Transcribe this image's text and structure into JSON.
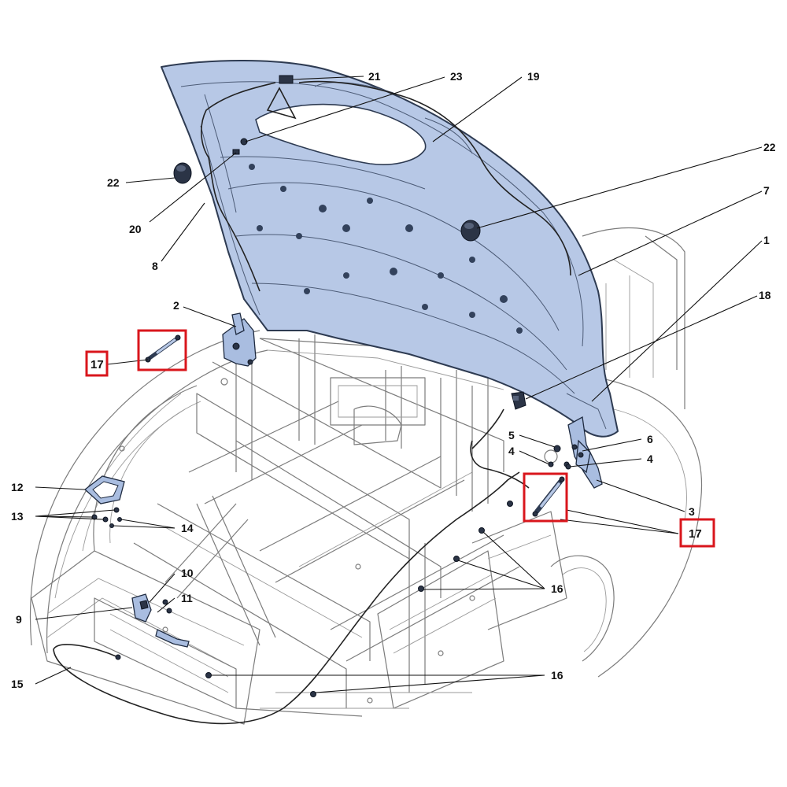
{
  "diagram": {
    "callouts": {
      "c1": "1",
      "c2": "2",
      "c3": "3",
      "c4a": "4",
      "c4b": "4",
      "c5": "5",
      "c6": "6",
      "c7": "7",
      "c8": "8",
      "c9": "9",
      "c10": "10",
      "c11": "11",
      "c12": "12",
      "c13": "13",
      "c14": "14",
      "c15": "15",
      "c16a": "16",
      "c16b": "16",
      "c17a": "17",
      "c17b": "17",
      "c18": "18",
      "c19": "19",
      "c20": "20",
      "c21": "21",
      "c22a": "22",
      "c22b": "22",
      "c23": "23"
    },
    "colors": {
      "hood_fill": "#b7c8e6",
      "part_fill": "#a9bde0",
      "highlight_box": "#d9161c",
      "frame_lines": "#7c7c7c"
    }
  }
}
